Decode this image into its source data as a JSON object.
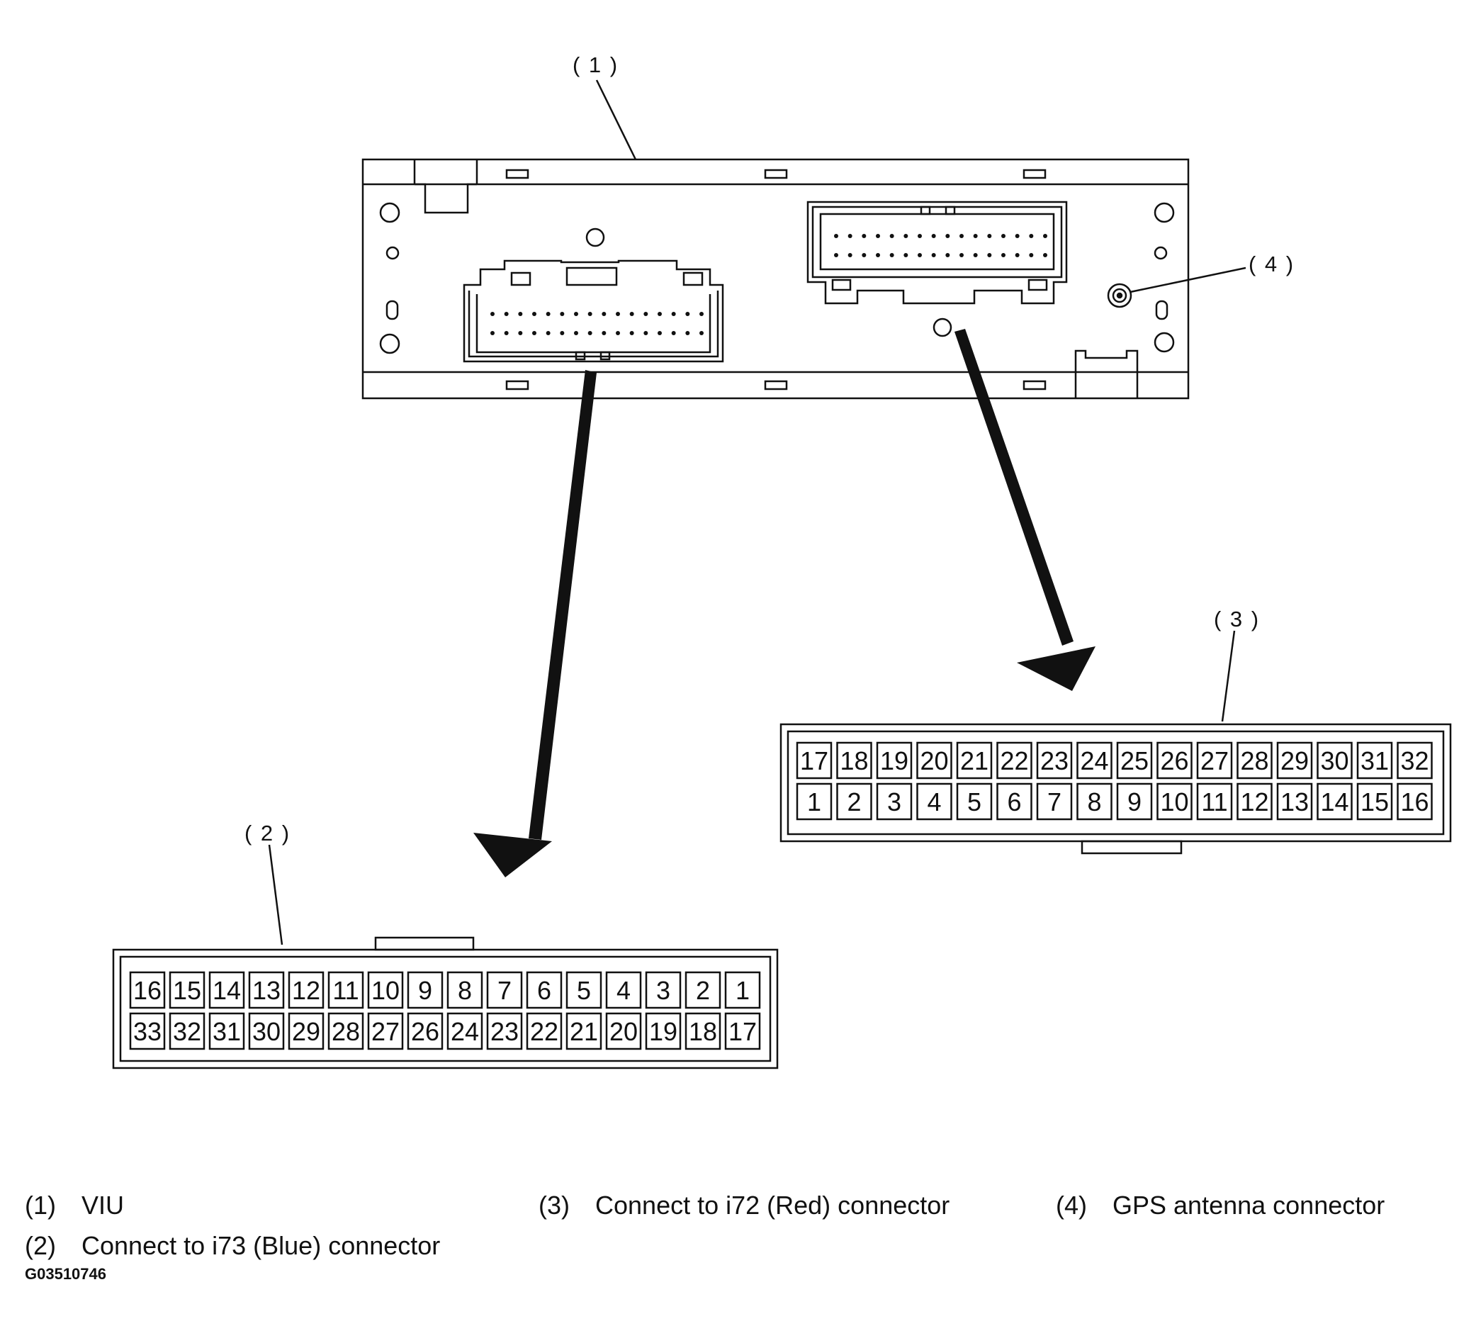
{
  "callouts": {
    "c1": "( 1 )",
    "c2": "( 2 )",
    "c3": "( 3 )",
    "c4": "( 4 )"
  },
  "connector_2": {
    "top_row": [
      "16",
      "15",
      "14",
      "13",
      "12",
      "11",
      "10",
      "9",
      "8",
      "7",
      "6",
      "5",
      "4",
      "3",
      "2",
      "1"
    ],
    "bottom_row": [
      "33",
      "32",
      "31",
      "30",
      "29",
      "28",
      "27",
      "26",
      "24",
      "23",
      "22",
      "21",
      "20",
      "19",
      "18",
      "17"
    ]
  },
  "connector_3": {
    "top_row": [
      "17",
      "18",
      "19",
      "20",
      "21",
      "22",
      "23",
      "24",
      "25",
      "26",
      "27",
      "28",
      "29",
      "30",
      "31",
      "32"
    ],
    "bottom_row": [
      "1",
      "2",
      "3",
      "4",
      "5",
      "6",
      "7",
      "8",
      "9",
      "10",
      "11",
      "12",
      "13",
      "14",
      "15",
      "16"
    ]
  },
  "legend": {
    "item1": {
      "num": "(1)",
      "text": "VIU"
    },
    "item2": {
      "num": "(2)",
      "text": "Connect to i73 (Blue) connector"
    },
    "item3": {
      "num": "(3)",
      "text": "Connect to i72 (Red) connector"
    },
    "item4": {
      "num": "(4)",
      "text": "GPS antenna connector"
    }
  },
  "figure_id": "G03510746",
  "icons": [
    "viu-unit-icon",
    "gps-antenna-connector-icon",
    "pointer-arrow-icon"
  ],
  "colors": {
    "ink": "#111111",
    "background": "#ffffff"
  }
}
